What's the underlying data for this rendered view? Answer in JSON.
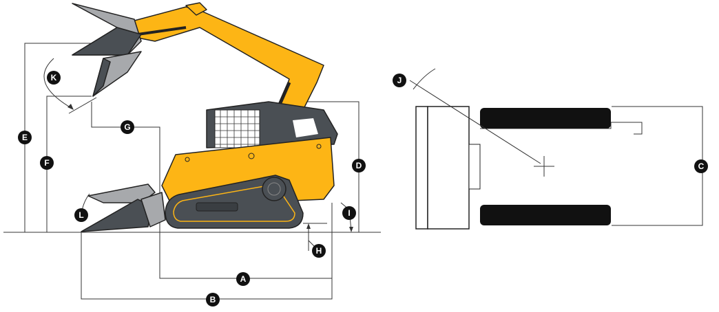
{
  "diagram": {
    "colors": {
      "body": "#FDB515",
      "dark": "#4A4F54",
      "bucket": "#A7A9AC",
      "track": "#111111"
    },
    "labels": {
      "A": "A",
      "B": "B",
      "C": "C",
      "D": "D",
      "E": "E",
      "F": "F",
      "G": "G",
      "H": "H",
      "I": "I",
      "J": "J",
      "K": "K",
      "L": "L"
    }
  }
}
